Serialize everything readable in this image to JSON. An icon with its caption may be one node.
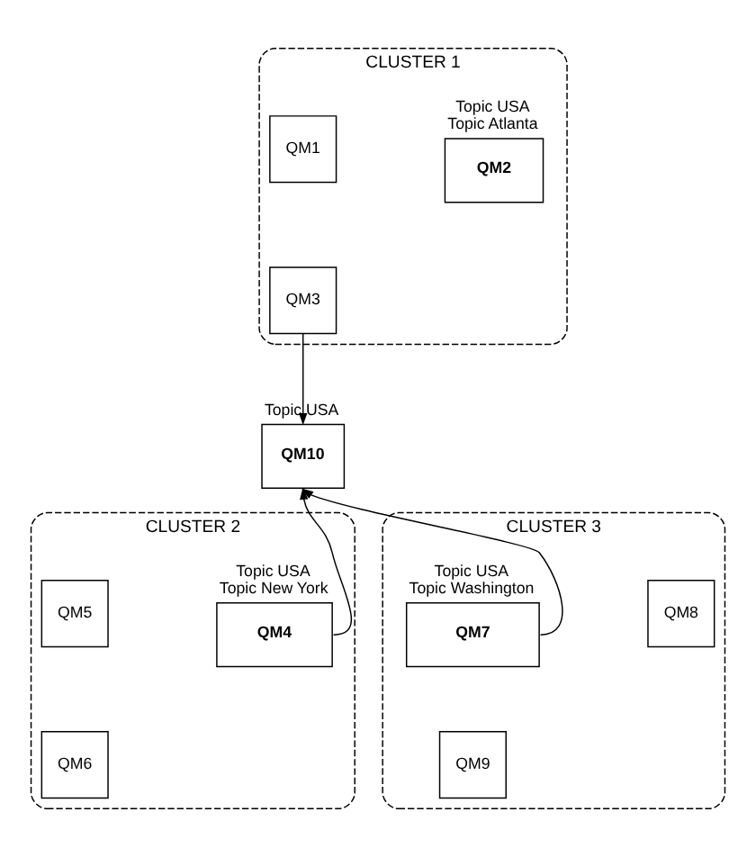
{
  "diagram": {
    "nodes": [
      {
        "text": [
          "CLUSTER 1"
        ]
      },
      {
        "text": [
          "QM1"
        ],
        "in": 0
      },
      {
        "text": [
          "QM2"
        ],
        "in": 0,
        "beside": [
          "Topic USA",
          "Topic Atlanta"
        ]
      },
      {
        "text": [
          "QM3"
        ],
        "in": 0
      },
      {
        "text": [
          "QM10"
        ],
        "beside": [
          "Topic USA"
        ]
      },
      {
        "text": [
          "CLUSTER 2"
        ]
      },
      {
        "text": [
          "QM5"
        ],
        "in": 5
      },
      {
        "text": [
          "QM4"
        ],
        "in": 5,
        "beside": [
          "Topic USA",
          "Topic New York"
        ]
      },
      {
        "text": [
          "QM6"
        ],
        "in": 5
      },
      {
        "text": [
          "CLUSTER 3"
        ]
      },
      {
        "text": [
          "QM7"
        ],
        "in": 9,
        "beside": [
          "Topic USA",
          "Topic Washington"
        ]
      },
      {
        "text": [
          "QM8"
        ],
        "in": 9
      },
      {
        "text": [
          "QM9"
        ],
        "in": 9
      }
    ],
    "edges": [
      {
        "from": 3,
        "to": 4,
        "arrow": "to"
      },
      {
        "from": 7,
        "to": 4,
        "arrow": "to"
      },
      {
        "from": 10,
        "to": 4,
        "arrow": "to"
      }
    ]
  }
}
